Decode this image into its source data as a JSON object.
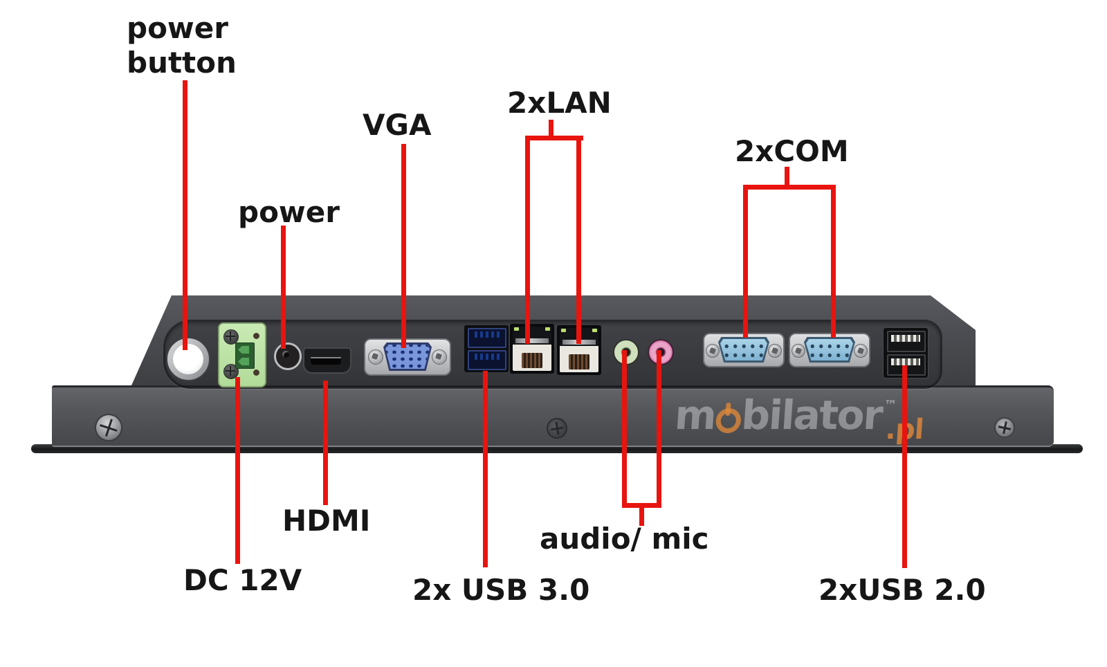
{
  "diagram": {
    "device": "panel-pc-bottom-io-diagram",
    "callouts": {
      "power_button": {
        "label_line1": "power",
        "label_line2": "button"
      },
      "power_jack": {
        "label": "power"
      },
      "vga": {
        "label": "VGA"
      },
      "lan": {
        "label": "2xLAN"
      },
      "com": {
        "label": "2xCOM"
      },
      "hdmi": {
        "label": "HDMI"
      },
      "dc_12v": {
        "label": "DC 12V"
      },
      "usb3": {
        "label": "2x USB 3.0"
      },
      "audio_mic": {
        "label": "audio/ mic"
      },
      "usb2": {
        "label": "2xUSB 2.0"
      }
    },
    "ports": [
      {
        "icon": "power-button-icon"
      },
      {
        "icon": "dc-terminal-block-icon"
      },
      {
        "icon": "dc-power-jack-icon"
      },
      {
        "icon": "hdmi-port-icon"
      },
      {
        "icon": "vga-port-icon"
      },
      {
        "icon": "usb3-dual-port-icon"
      },
      {
        "icon": "lan-port-icon"
      },
      {
        "icon": "lan-port-icon"
      },
      {
        "icon": "audio-out-jack-icon"
      },
      {
        "icon": "mic-in-jack-icon"
      },
      {
        "icon": "com-db9-port-icon"
      },
      {
        "icon": "com-db9-port-icon"
      },
      {
        "icon": "usb2-dual-port-icon"
      }
    ],
    "watermark": {
      "prefix": "m",
      "body": "bilator",
      "tld": ".pl",
      "tm": "™"
    },
    "colors": {
      "callout_red": "#e8140f",
      "chassis_gray": "#4b4d52",
      "vga_blue": "#7b97dc",
      "usb3_blue": "#2f6fe0",
      "com_blue": "#8fc0dc",
      "audio_green": "#cfe0bd",
      "mic_pink": "#e9a5c8",
      "terminal_green": "#bde3a6",
      "watermark_orange": "#e08838"
    }
  }
}
